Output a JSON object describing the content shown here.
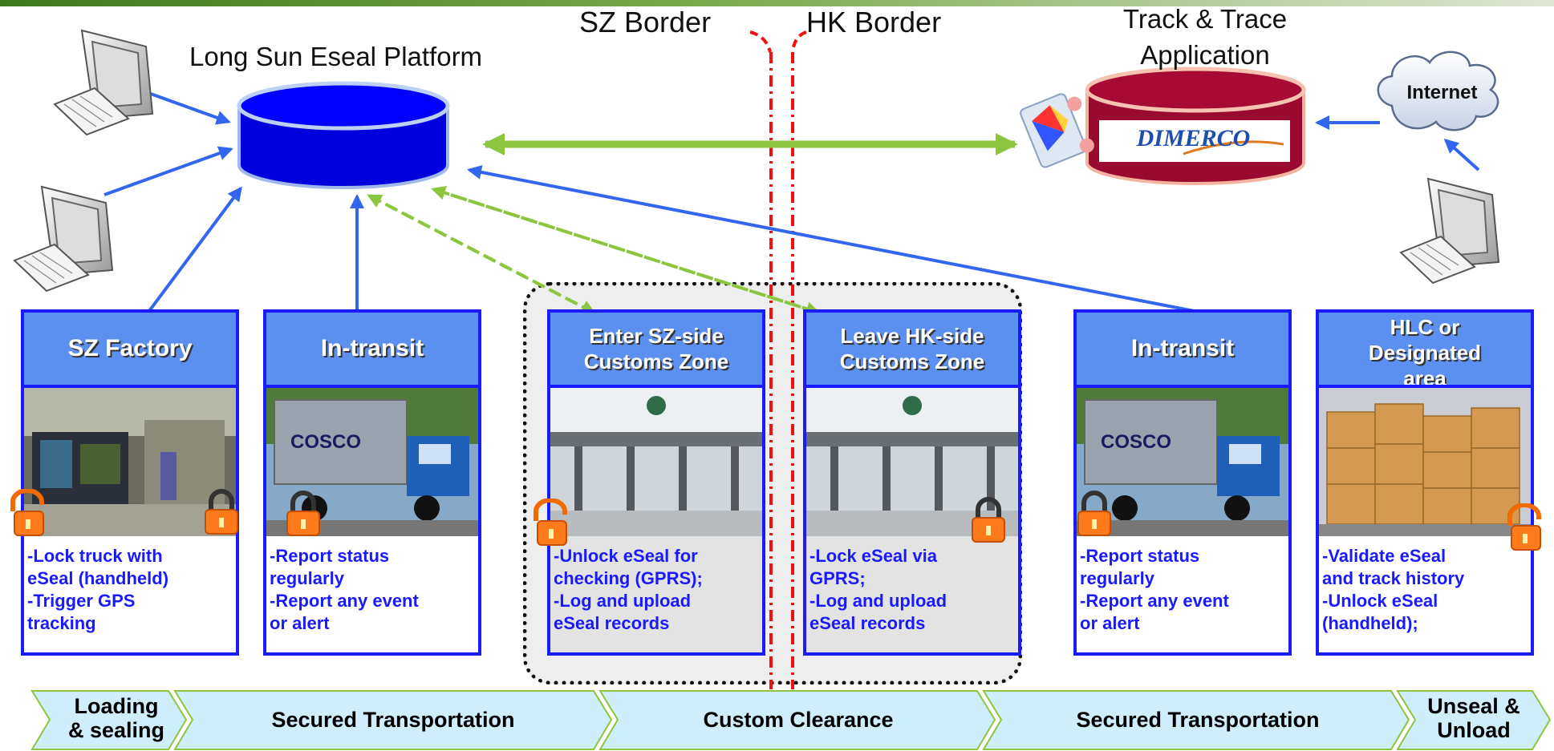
{
  "header": {
    "sz_border": "SZ Border",
    "hk_border": "HK Border",
    "platform": "Long Sun Eseal Platform",
    "app_line1": "Track & Trace",
    "app_line2": "Application",
    "internet": "Internet",
    "dimerco": "DIMERCO"
  },
  "cards": [
    {
      "title": "SZ Factory",
      "desc": "-Lock truck with\neSeal (handheld)\n-Trigger GPS\ntracking",
      "photo": "factory"
    },
    {
      "title": "In-transit",
      "desc": "-Report status\nregularly\n-Report any event\nor alert",
      "photo": "truck"
    },
    {
      "title": "Enter SZ-side\nCustoms Zone",
      "desc": "-Unlock eSeal for\nchecking (GPRS);\n-Log and upload\neSeal records",
      "photo": "customs"
    },
    {
      "title": "Leave HK-side\nCustoms Zone",
      "desc": "-Lock eSeal via\nGPRS;\n-Log and upload\neSeal records",
      "photo": "customs"
    },
    {
      "title": "In-transit",
      "desc": "-Report status\nregularly\n-Report any event\nor alert",
      "photo": "truck"
    },
    {
      "title": "HLC or\nDesignated\narea",
      "desc": "-Validate eSeal\nand track history\n-Unlock eSeal\n(handheld);",
      "photo": "warehouse"
    }
  ],
  "stages": [
    {
      "label": "Loading\n& sealing"
    },
    {
      "label": "Secured Transportation"
    },
    {
      "label": "Custom Clearance"
    },
    {
      "label": "Secured Transportation"
    },
    {
      "label": "Unseal &\nUnload"
    }
  ],
  "colors": {
    "card_border": "#1a1aff",
    "card_header": "#5b8ff0",
    "arrow_blue": "#3366ee",
    "arrow_green": "#8cc63e",
    "border_red": "#ee1111",
    "stage_fill": "#cfeefc",
    "lock_orange": "#ff7a1a",
    "db_blue": "#0000dd",
    "db_red": "#9a0a30"
  },
  "icons": [
    "computer-icon",
    "database-icon",
    "cloud-icon",
    "lock-icon",
    "unlock-icon"
  ]
}
